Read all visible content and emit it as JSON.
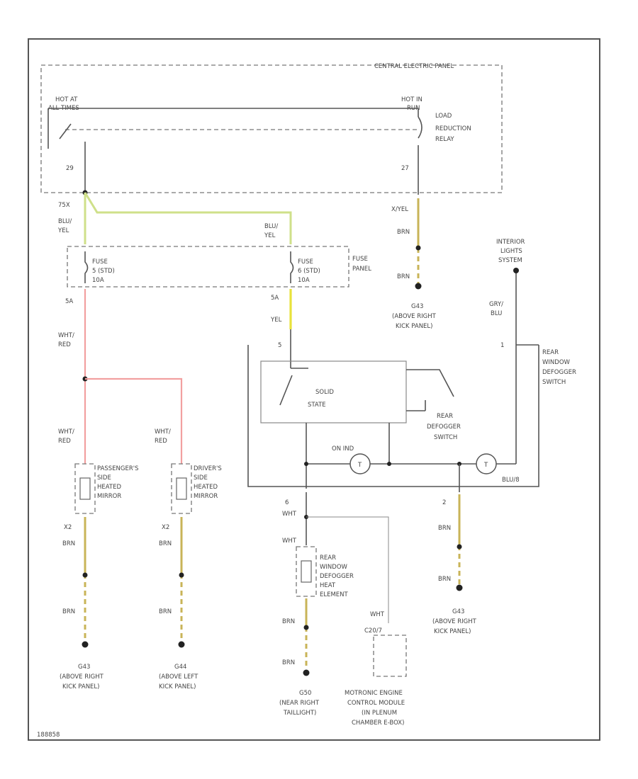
{
  "labels": {
    "panel": "CENTRAL ELECTRIC PANEL",
    "hot_at": "HOT AT",
    "all_times": "ALL TIMES",
    "hot_in": "HOT IN",
    "run": "RUN",
    "relay_1": "LOAD",
    "relay_2": "REDUCTION",
    "relay_3": "RELAY",
    "pin29": "29",
    "pin27": "27",
    "w75x": "75X",
    "blu1": "BLU/",
    "yel1": "YEL",
    "blu2": "BLU/",
    "yel2": "YEL",
    "x_yel": "X/YEL",
    "brn_a": "BRN",
    "brn_b": "BRN",
    "fuse1_a": "FUSE",
    "fuse1_b": "5 (STD)",
    "fuse1_c": "10A",
    "fuse2_a": "FUSE",
    "fuse2_b": "6 (STD)",
    "fuse2_c": "10A",
    "fuse_panel_a": "FUSE",
    "fuse_panel_b": "PANEL",
    "g8_a": "G43",
    "g8_b": "(ABOVE RIGHT",
    "g8_c": "KICK PANEL)",
    "int_a": "INTERIOR",
    "int_b": "LIGHTS",
    "int_c": "SYSTEM",
    "gry": "GRY/",
    "blu3": "BLU",
    "n1": "1",
    "rw_a": "REAR",
    "rw_b": "WINDOW",
    "rw_c": "DEFOGGER",
    "rw_d": "SWITCH",
    "n5a": "5A",
    "yel3": "YEL",
    "n5": "5",
    "wht_red1": "WHT/",
    "red1": "RED",
    "ss_a": "SOLID",
    "ss_b": "STATE",
    "rds_a": "REAR",
    "rds_b": "DEFOGGER",
    "rds_c": "SWITCH",
    "on_ind": "ON IND",
    "blu4": "BLU/8",
    "wht_red2": "WHT/",
    "red2": "RED",
    "wht_red3": "WHT/",
    "red3": "RED",
    "pm_a": "PASSENGER'S",
    "pm_b": "SIDE",
    "pm_c": "HEATED",
    "pm_d": "MIRROR",
    "dm_a": "DRIVER'S",
    "dm_b": "SIDE",
    "dm_c": "HEATED",
    "dm_d": "MIRROR",
    "x2a": "X2",
    "x2b": "X2",
    "brn_c": "BRN",
    "brn_d": "BRN",
    "brn_e": "BRN",
    "brn_f": "BRN",
    "g10_a": "G43",
    "g10_b": "(ABOVE RIGHT",
    "g10_c": "KICK PANEL)",
    "g11_a": "G44",
    "g11_b": "(ABOVE LEFT",
    "g11_c": "KICK PANEL)",
    "n6": "6",
    "wht1": "WHT",
    "wht2": "WHT",
    "rh_a": "REAR",
    "rh_b": "WINDOW",
    "rh_c": "DEFOGGER",
    "rh_d": "HEAT",
    "rh_e": "ELEMENT",
    "brn_g": "BRN",
    "brn_h": "BRN",
    "g12_a": "G50",
    "g12_b": "(NEAR RIGHT",
    "g12_c": "TAILLIGHT)",
    "wht3": "WHT",
    "c_pin": "C20/7",
    "ecm_a": "MOTRONIC ENGINE",
    "ecm_b": "CONTROL MODULE",
    "ecm_c": "(IN PLENUM",
    "ecm_d": "CHAMBER E-BOX)",
    "n2": "2",
    "brn_i": "BRN",
    "brn_j": "BRN",
    "g13_a": "G43",
    "g13_b": "(ABOVE RIGHT",
    "g13_c": "KICK PANEL)",
    "code": "188858"
  }
}
